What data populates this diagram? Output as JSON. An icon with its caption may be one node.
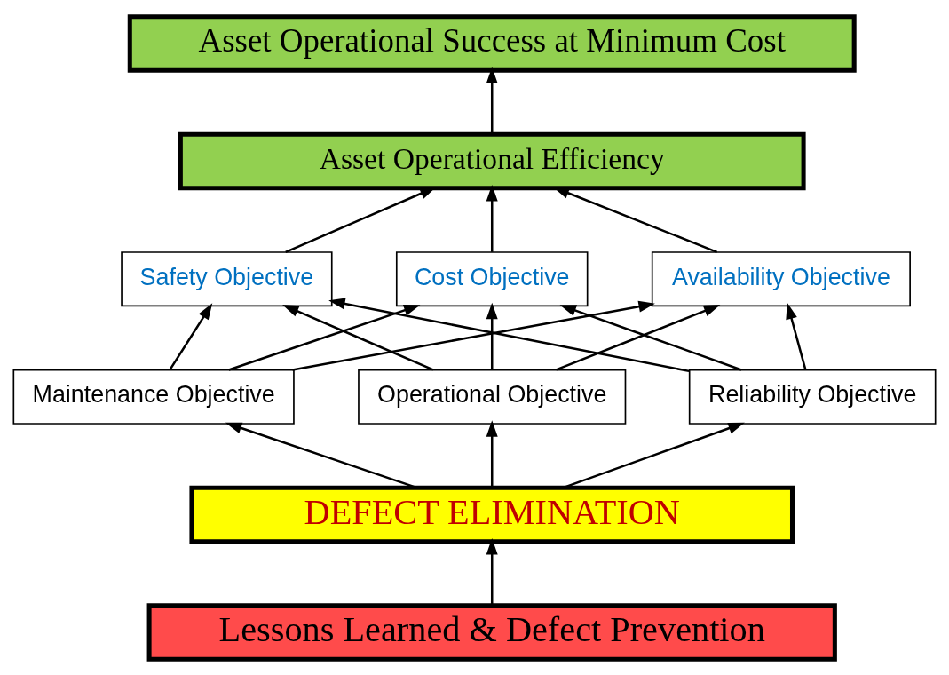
{
  "diagram": {
    "nodes": [
      {
        "text": [
          "Asset Operational Success at Minimum Cost"
        ]
      },
      {
        "text": [
          "Asset Operational Efficiency"
        ]
      },
      {
        "text": [
          "Safety Objective"
        ]
      },
      {
        "text": [
          "Cost Objective"
        ]
      },
      {
        "text": [
          "Availability Objective"
        ]
      },
      {
        "text": [
          "Maintenance Objective"
        ]
      },
      {
        "text": [
          "Operational Objective"
        ]
      },
      {
        "text": [
          "Reliability Objective"
        ]
      },
      {
        "text": [
          "DEFECT ELIMINATION"
        ]
      },
      {
        "text": [
          "Lessons Learned & Defect Prevention"
        ]
      }
    ],
    "edges": [
      {
        "from": 1,
        "to": 0,
        "arrow": "to"
      },
      {
        "from": 2,
        "to": 1,
        "arrow": "to"
      },
      {
        "from": 3,
        "to": 1,
        "arrow": "to"
      },
      {
        "from": 4,
        "to": 1,
        "arrow": "to"
      },
      {
        "from": 5,
        "to": 2,
        "arrow": "to"
      },
      {
        "from": 5,
        "to": 3,
        "arrow": "to"
      },
      {
        "from": 5,
        "to": 4,
        "arrow": "to"
      },
      {
        "from": 6,
        "to": 2,
        "arrow": "to"
      },
      {
        "from": 6,
        "to": 3,
        "arrow": "to"
      },
      {
        "from": 6,
        "to": 4,
        "arrow": "to"
      },
      {
        "from": 7,
        "to": 2,
        "arrow": "to"
      },
      {
        "from": 7,
        "to": 3,
        "arrow": "to"
      },
      {
        "from": 7,
        "to": 4,
        "arrow": "to"
      },
      {
        "from": 8,
        "to": 5,
        "arrow": "to"
      },
      {
        "from": 8,
        "to": 6,
        "arrow": "to"
      },
      {
        "from": 8,
        "to": 7,
        "arrow": "to"
      },
      {
        "from": 9,
        "to": 8,
        "arrow": "to"
      }
    ]
  }
}
